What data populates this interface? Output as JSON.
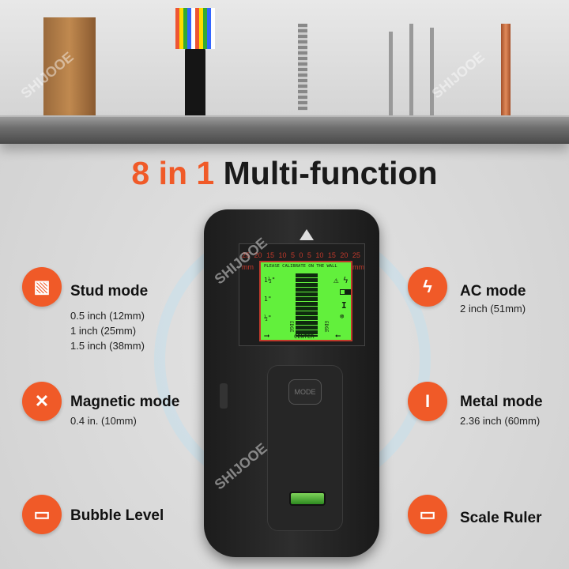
{
  "title": {
    "accent": "8 in 1",
    "rest": "Multi-function"
  },
  "watermark": "SHIJOOE",
  "colors": {
    "accent": "#f05a28",
    "lcd": "#62f03c"
  },
  "features_left": [
    {
      "icon": "wood-stud-icon",
      "name": "Stud mode",
      "details": [
        "0.5 inch (12mm)",
        "1 inch (25mm)",
        "1.5 inch (38mm)"
      ]
    },
    {
      "icon": "magnet-icon",
      "name": "Magnetic mode",
      "details": [
        "0.4 in. (10mm)"
      ]
    },
    {
      "icon": "bubble-level-icon",
      "name": "Bubble Level",
      "details": []
    }
  ],
  "features_right": [
    {
      "icon": "lightning-icon",
      "name": "AC mode",
      "details": [
        "2 inch (51mm)"
      ]
    },
    {
      "icon": "i-beam-icon",
      "name": "Metal mode",
      "details": [
        "2.36 inch (60mm)"
      ]
    },
    {
      "icon": "ruler-icon",
      "name": "Scale Ruler",
      "details": []
    }
  ],
  "device": {
    "ruler_ticks": [
      "25",
      "20",
      "15",
      "10",
      "5",
      "0",
      "5",
      "10",
      "15",
      "20",
      "25"
    ],
    "ruler_unit": "mm",
    "lcd_message": "PLEASE CALIBRATE ON THE WALL",
    "lcd_center": "CENTER",
    "lcd_edge": "EDGE",
    "stud_sizes": [
      "1½\"",
      "1\"",
      "½\""
    ],
    "mode_button": "MODE"
  }
}
